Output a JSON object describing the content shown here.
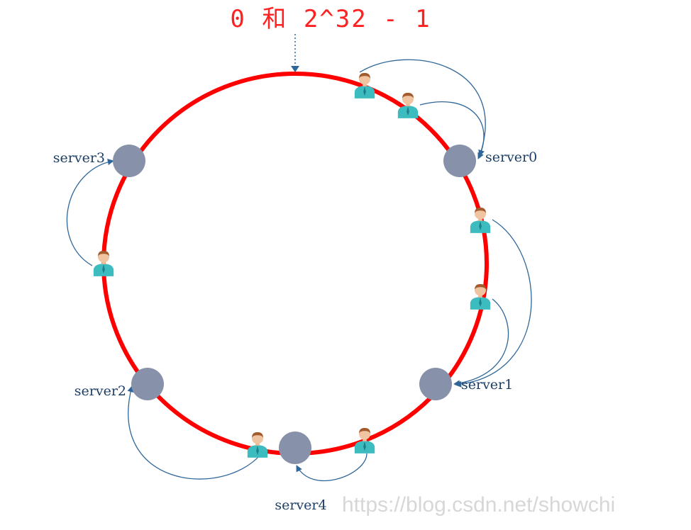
{
  "ring": {
    "top_label": "0 和 2^32 - 1",
    "ring_color": "#ff0000",
    "label_color": "#ff2020",
    "server_color": "#8792aa",
    "server_text_color": "#1d3f66",
    "arrow_color": "#2e6699"
  },
  "servers": [
    {
      "id": "server0",
      "label": "server0"
    },
    {
      "id": "server1",
      "label": "server1"
    },
    {
      "id": "server2",
      "label": "server2"
    },
    {
      "id": "server3",
      "label": "server3"
    },
    {
      "id": "server4",
      "label": "server4"
    }
  ],
  "clients": [
    {
      "id": "client-1",
      "icon": "person-icon",
      "maps_to": "server0"
    },
    {
      "id": "client-2",
      "icon": "person-icon",
      "maps_to": "server0"
    },
    {
      "id": "client-3",
      "icon": "person-icon",
      "maps_to": "server1"
    },
    {
      "id": "client-4",
      "icon": "person-icon",
      "maps_to": "server1"
    },
    {
      "id": "client-5",
      "icon": "person-icon",
      "maps_to": "server4"
    },
    {
      "id": "client-6",
      "icon": "person-icon",
      "maps_to": "server2"
    },
    {
      "id": "client-7",
      "icon": "person-icon",
      "maps_to": "server3"
    }
  ],
  "watermark": {
    "text": "https://blog.csdn.net/showchi"
  }
}
